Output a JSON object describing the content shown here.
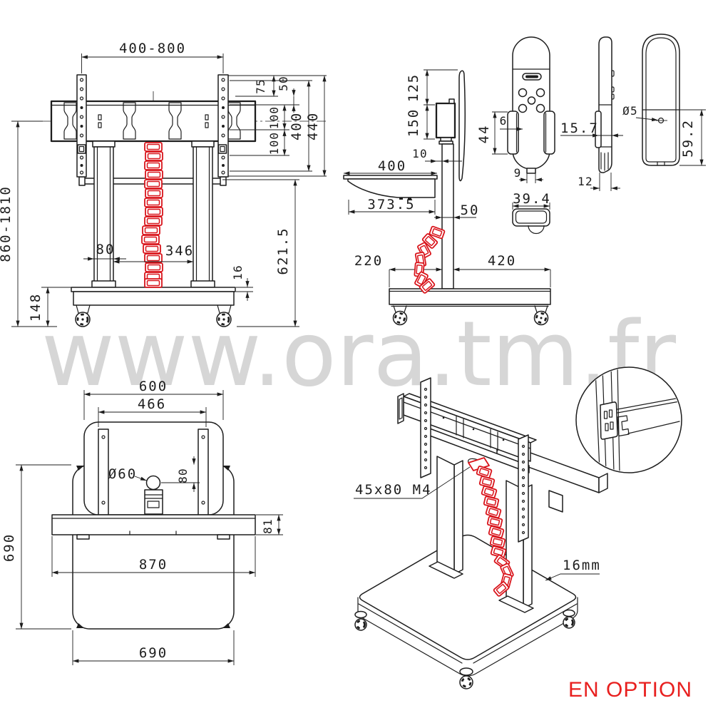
{
  "watermark": "www.ora.tm.fr",
  "option_label": "EN OPTION",
  "colors": {
    "line": "#1d1d1d",
    "red": "#d9141b",
    "option": "#e8201f",
    "watermark": "#d6d6d6"
  },
  "front": {
    "span": "400-800",
    "height_range": "860-1810",
    "vesa_75": "75",
    "vesa_50": "50",
    "vesa_100_upper": "100",
    "vesa_100_lower": "100",
    "vesa_400": "400",
    "vesa_440": "440",
    "column_width": "80",
    "column_gap": "346",
    "plate_thickness": "16",
    "base_height": "148",
    "shelf_height": "621.5"
  },
  "side": {
    "tv_top_offset": "125",
    "motor_height": "150",
    "shelf_gap": "10",
    "shelf_width": "400",
    "tray_width": "373.5",
    "column_depth": "50",
    "base_front": "220",
    "base_rear": "420"
  },
  "remote": {
    "clip_height": "44",
    "clip_depth": "6",
    "stem_width": "9",
    "body_width": "39.4",
    "body_depth": "15.7",
    "foot_width": "12",
    "hole_dia": "Ø5",
    "holder_height": "59.2"
  },
  "top": {
    "tv_width": "600",
    "bracket_span": "466",
    "pole_dia": "Ø60",
    "column_offset": "80",
    "beam_depth": "81",
    "base_depth": "690",
    "beam_width": "870",
    "base_width": "690"
  },
  "iso": {
    "bolt_label": "45x80 M4",
    "panel_label": "16mm"
  }
}
